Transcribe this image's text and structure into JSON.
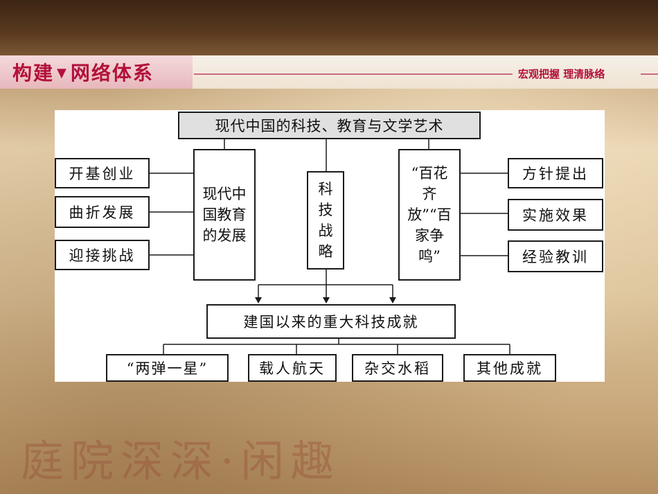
{
  "header": {
    "title_left": "构建",
    "title_marker": "▼",
    "title_right": "网络体系",
    "subtitle": "宏观把握  理清脉络"
  },
  "diagram": {
    "root": "现代中国的科技、教育与文学艺术",
    "left_column": {
      "center": "现代中国教育的发展",
      "items": [
        "开基创业",
        "曲折发展",
        "迎接挑战"
      ]
    },
    "middle_column": {
      "center": "科技战略",
      "result": "建国以来的重大科技成就",
      "achievements": [
        "“两弹一星”",
        "载人航天",
        "杂交水稻",
        "其他成就"
      ]
    },
    "right_column": {
      "center": "“百花齐放”“百家争鸣”",
      "items": [
        "方针提出",
        "实施效果",
        "经验教训"
      ]
    }
  },
  "footer": {
    "calligraphy": "庭院深深·闲趣"
  },
  "colors": {
    "accent": "#b2103a",
    "line": "#1a1a1a",
    "root_fill": "#e0e0e0"
  }
}
